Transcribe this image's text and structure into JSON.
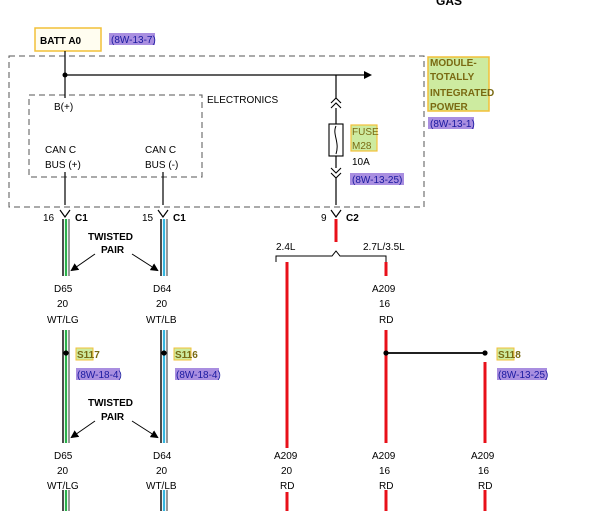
{
  "colors": {
    "red_wire": "#e8101a",
    "green_stripe": "#2bb24c",
    "blue_stripe": "#36b6e0",
    "highlight_yellow_border": "#f2c038",
    "highlight_green_fill": "#cdeba0",
    "ref_purple": "#a98ee0",
    "ref_blue": "#5b78ef"
  },
  "header": {
    "title": "GAS"
  },
  "batt": {
    "label": "BATT A0",
    "ref": "(8W-13-7)"
  },
  "module": {
    "name_l1": "MODULE-",
    "name_l2": "TOTALLY",
    "name_l3": "INTEGRATED",
    "name_l4": "POWER",
    "ref": "(8W-13-1)",
    "electronics": "ELECTRONICS",
    "bplus": "B(+)",
    "can_pos_l1": "CAN C",
    "can_pos_l2": "BUS (+)",
    "can_neg_l1": "CAN C",
    "can_neg_l2": "BUS (-)"
  },
  "fuse": {
    "l1": "FUSE",
    "l2": "M28",
    "rating": "10A",
    "ref": "(8W-13-25)"
  },
  "connectors": {
    "c1_pin_a": "16",
    "c1_a": "C1",
    "c1_pin_b": "15",
    "c1_b": "C1",
    "c2_pin": "9",
    "c2": "C2"
  },
  "twisted_pair": {
    "l1": "TWISTED",
    "l2": "PAIR"
  },
  "branch": {
    "left": "2.4L",
    "right": "2.7L/3.5L"
  },
  "wires": {
    "d65_top": {
      "circuit": "D65",
      "gauge": "20",
      "color": "WT/LG"
    },
    "d64_top": {
      "circuit": "D64",
      "gauge": "20",
      "color": "WT/LB"
    },
    "a209_top": {
      "circuit": "A209",
      "gauge": "16",
      "color": "RD"
    },
    "d65_bot": {
      "circuit": "D65",
      "gauge": "20",
      "color": "WT/LG"
    },
    "d64_bot": {
      "circuit": "D64",
      "gauge": "20",
      "color": "WT/LB"
    },
    "a209_24": {
      "circuit": "A209",
      "gauge": "20",
      "color": "RD"
    },
    "a209_mid": {
      "circuit": "A209",
      "gauge": "16",
      "color": "RD"
    },
    "a209_s118": {
      "circuit": "A209",
      "gauge": "16",
      "color": "RD"
    }
  },
  "splices": {
    "s117": {
      "label": "S117",
      "ref": "(8W-18-4)"
    },
    "s116": {
      "label": "S116",
      "ref": "(8W-18-4)"
    },
    "s118": {
      "label": "S118",
      "ref": "(8W-13-25)"
    }
  }
}
